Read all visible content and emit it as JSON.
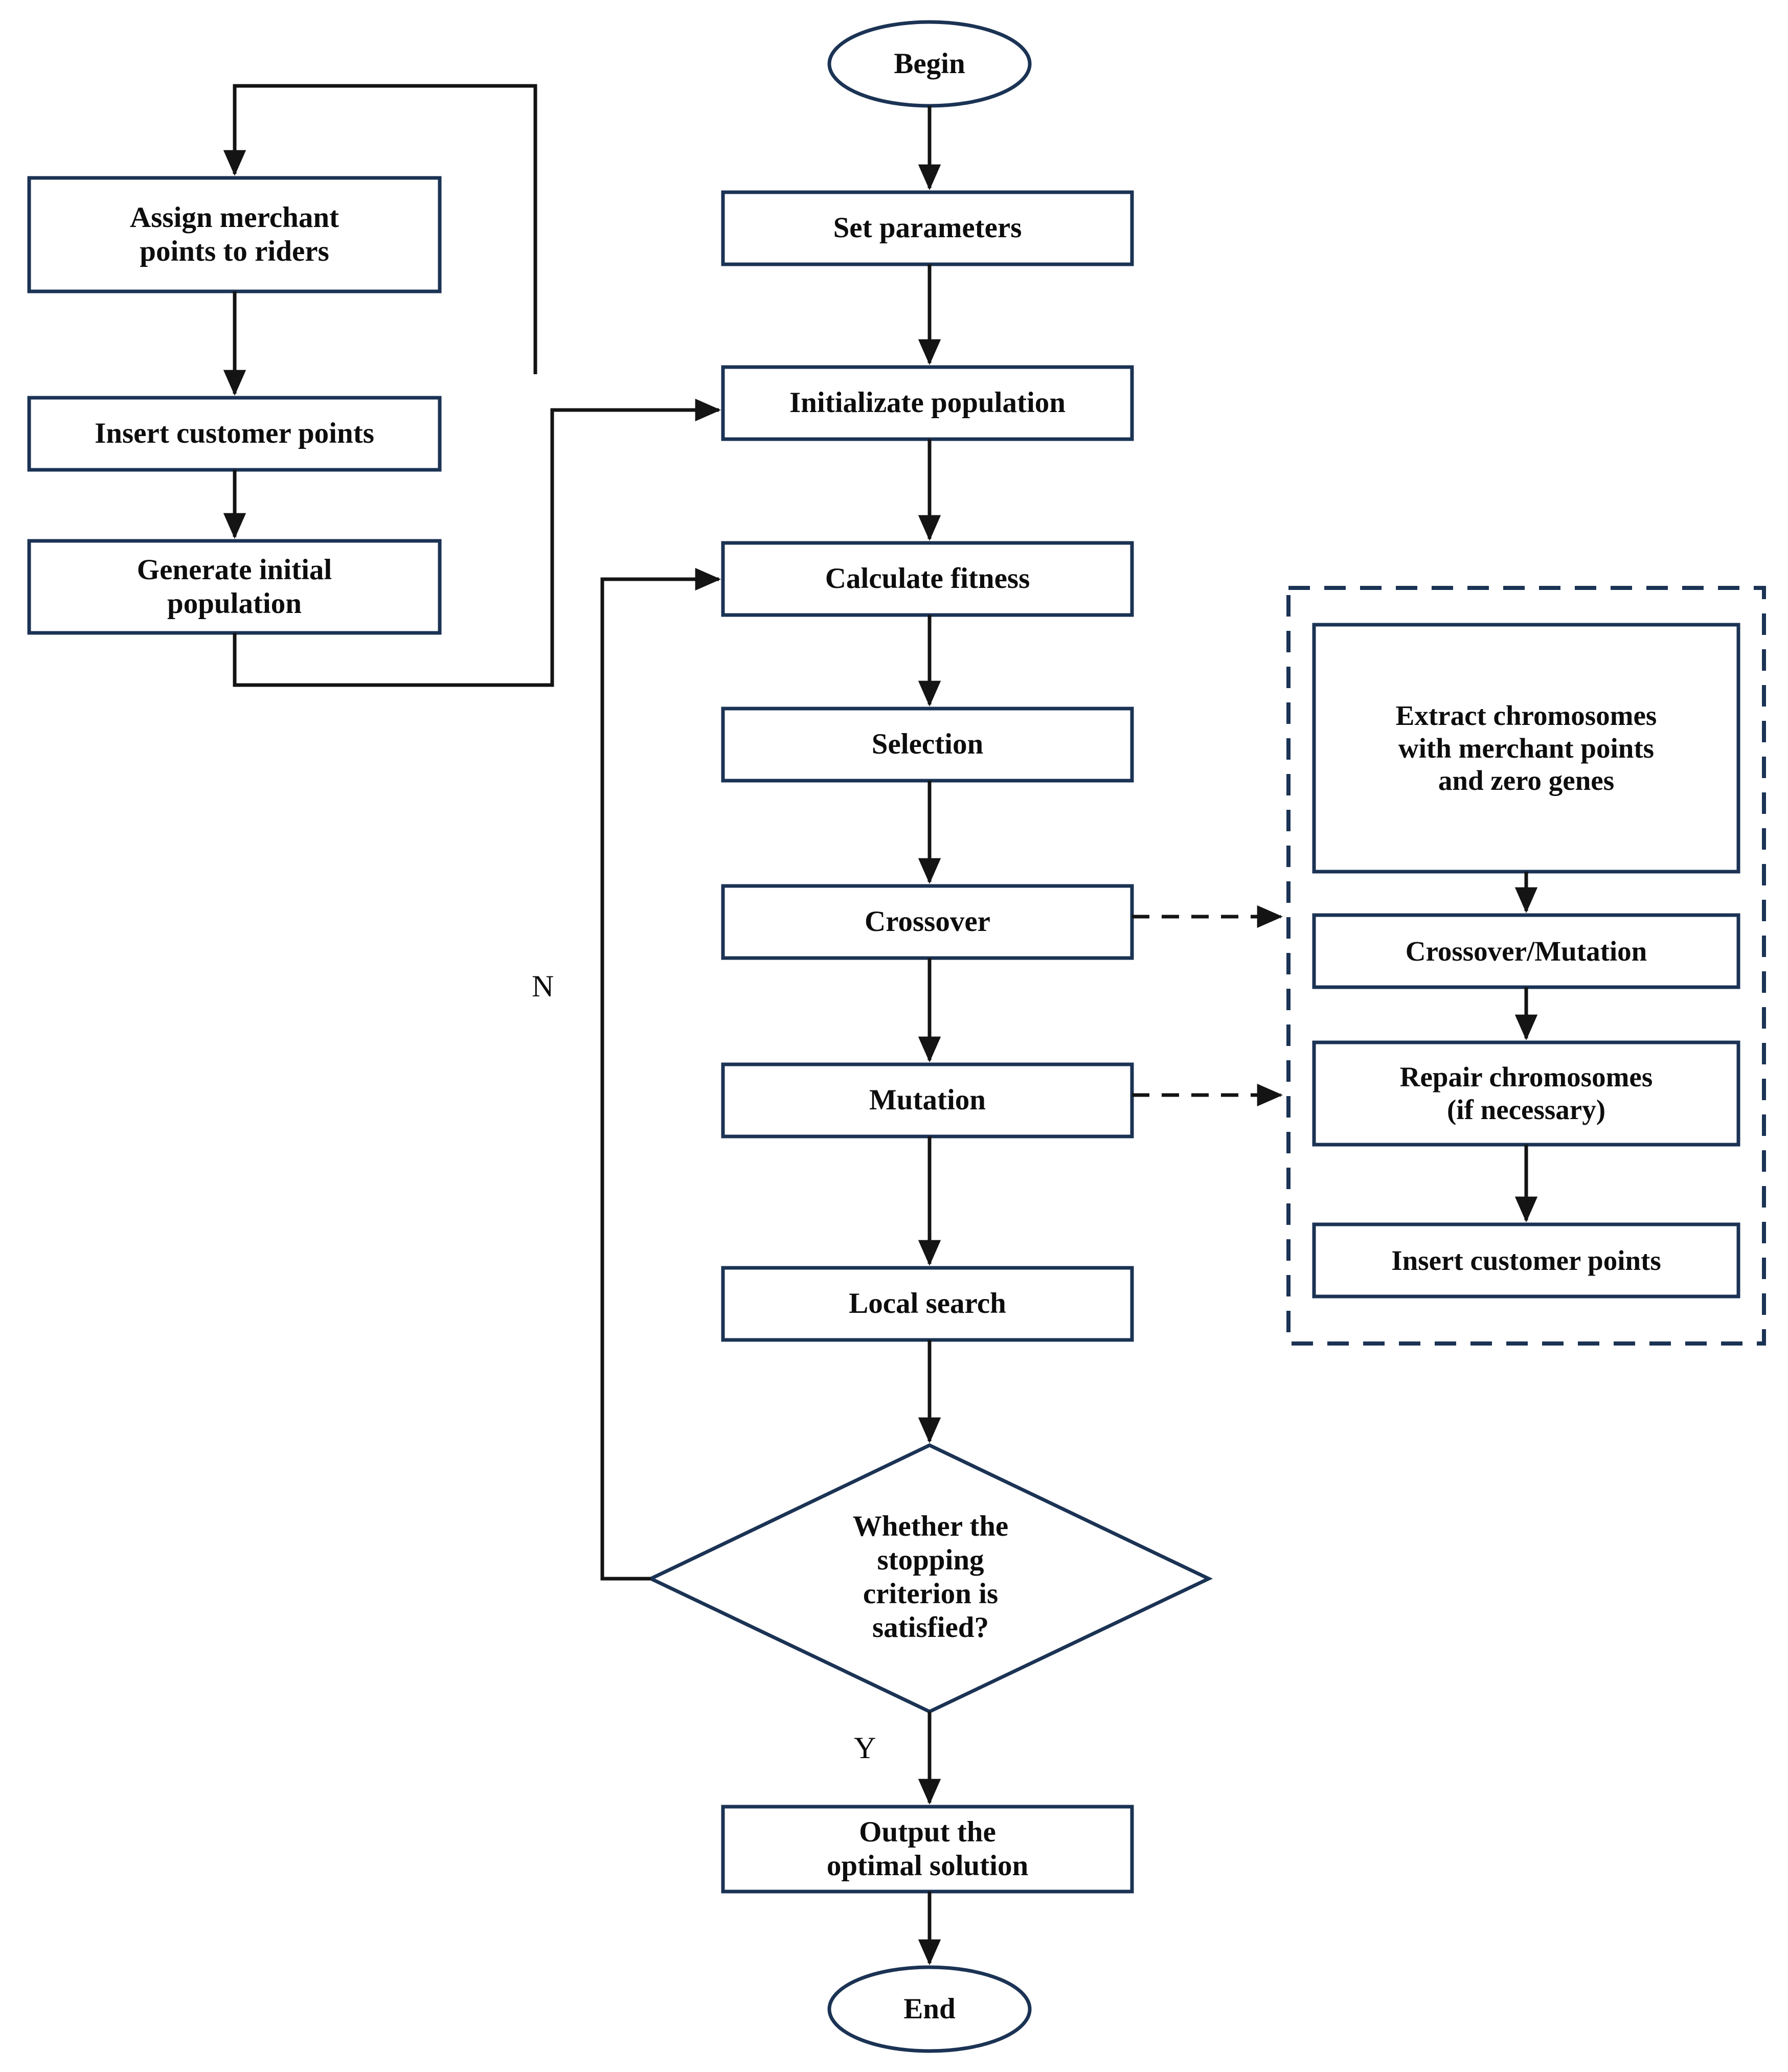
{
  "diagram": {
    "title": "Genetic algorithm flowchart",
    "colors": {
      "shape_stroke": "#1b3354",
      "connector_stroke": "#141414",
      "dashed_group_stroke": "#1b3354",
      "text": "#0d0d0d",
      "background": "#ffffff"
    }
  },
  "terminals": {
    "begin": "Begin",
    "end": "End"
  },
  "left_branch": {
    "nodes": [
      {
        "id": "assign-merchant-points",
        "label": "Assign merchant\npoints to riders"
      },
      {
        "id": "insert-customer-points",
        "label": "Insert customer points"
      },
      {
        "id": "generate-initial-population",
        "label": "Generate initial\npopulation"
      }
    ]
  },
  "main_flow": {
    "nodes": [
      {
        "id": "set-parameters",
        "label": "Set parameters"
      },
      {
        "id": "initializate-population",
        "label": "Initializate population"
      },
      {
        "id": "calculate-fitness",
        "label": "Calculate fitness"
      },
      {
        "id": "selection",
        "label": "Selection"
      },
      {
        "id": "crossover",
        "label": "Crossover"
      },
      {
        "id": "mutation",
        "label": "Mutation"
      },
      {
        "id": "local-search",
        "label": "Local search"
      },
      {
        "id": "stopping-criterion",
        "label": "Whether the\nstopping\ncriterion is\nsatisfied?",
        "shape": "decision"
      },
      {
        "id": "output-optimal-solution",
        "label": "Output the\noptimal solution"
      }
    ]
  },
  "detail_group": {
    "nodes": [
      {
        "id": "extract-chromosomes",
        "label": "Extract chromosomes\nwith merchant points\nand zero genes"
      },
      {
        "id": "crossover-mutation",
        "label": "Crossover/Mutation"
      },
      {
        "id": "repair-chromosomes",
        "label": "Repair  chromosomes\n(if necessary)"
      },
      {
        "id": "insert-customer-points-detail",
        "label": "Insert customer points"
      }
    ]
  },
  "edge_labels": {
    "no_branch": "N",
    "yes_branch": "Y"
  }
}
